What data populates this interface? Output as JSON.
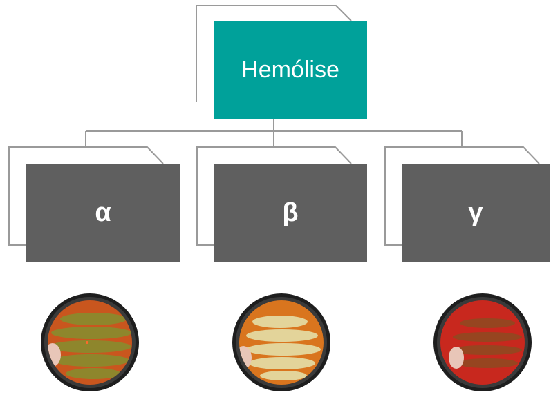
{
  "root": {
    "label": "Hemólise",
    "color": "#00A19A"
  },
  "children": [
    {
      "label": "α",
      "plate": "alpha-hemolysis-plate"
    },
    {
      "label": "β",
      "plate": "beta-hemolysis-plate"
    },
    {
      "label": "γ",
      "plate": "gamma-hemolysis-plate"
    }
  ],
  "colors": {
    "child_box": "#5F5F5F",
    "outline": "#9A9A9A",
    "plate_rim": "#1E1E1E",
    "alpha_agar": "#C9561E",
    "alpha_growth": "#8C8A2E",
    "beta_agar": "#D9751E",
    "beta_growth": "#E3D49A",
    "gamma_agar": "#C8281E",
    "gamma_growth": "#8E4A22"
  }
}
